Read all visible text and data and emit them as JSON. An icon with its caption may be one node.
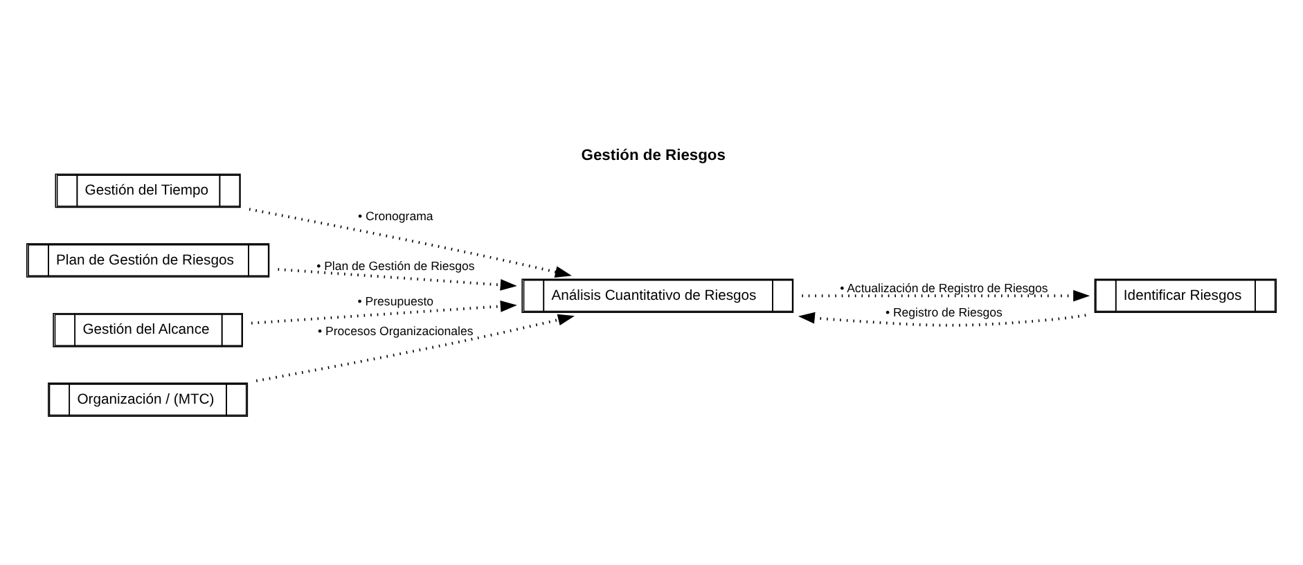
{
  "diagram": {
    "title": "Gestión de Riesgos",
    "nodes": [
      {
        "text": [
          "Gestión del Tiempo"
        ]
      },
      {
        "text": [
          "Plan de Gestión de Riesgos"
        ]
      },
      {
        "text": [
          "Identificar Riesgos"
        ]
      },
      {
        "text": [
          "Gestión del Alcance"
        ]
      },
      {
        "text": [
          "Análisis Cuantitativo de Riesgos"
        ]
      },
      {
        "text": [
          "Organización / (MTC)"
        ]
      }
    ],
    "edges": [
      {
        "from": 0,
        "to": 4,
        "arrow": "to",
        "label": "• Cronograma"
      },
      {
        "from": 1,
        "to": 4,
        "arrow": "to",
        "label": "• Plan de Gestión de Riesgos"
      },
      {
        "from": 2,
        "to": 4,
        "arrow": "to",
        "label": "• Registro de Riesgos"
      },
      {
        "from": 3,
        "to": 4,
        "arrow": "to",
        "label": "• Presupuesto"
      },
      {
        "from": 5,
        "to": 4,
        "arrow": "to",
        "label": "• Procesos Organizacionales"
      },
      {
        "from": 4,
        "to": 2,
        "arrow": "to",
        "label": "• Actualización de Registro de Riesgos"
      }
    ]
  }
}
